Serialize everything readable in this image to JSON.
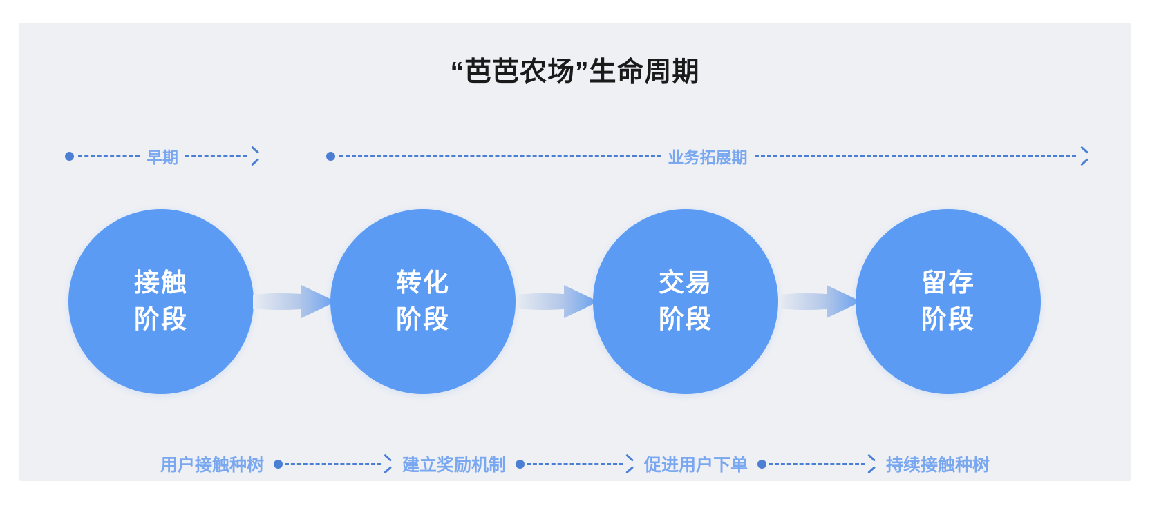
{
  "card": {
    "background_color": "#eff0f4",
    "page_background": "#ffffff"
  },
  "header": {
    "title": "“芭芭农场”生命周期"
  },
  "colors": {
    "circle_blue": "#5b9bf3",
    "label_blue": "#79a7f0",
    "line_blue": "#4a7fd4",
    "title_black": "#1a1a1a",
    "arrow_gradient_from": "#e9ecf2",
    "arrow_gradient_to": "#6aa1ef"
  },
  "phases": [
    {
      "label": "早期",
      "has_start_dot": true,
      "has_end_arrow": true
    },
    {
      "label": "业务拓展期",
      "has_start_dot": true,
      "has_end_arrow": true
    }
  ],
  "stages": [
    {
      "line1": "接触",
      "line2": "阶段"
    },
    {
      "line1": "转化",
      "line2": "阶段"
    },
    {
      "line1": "交易",
      "line2": "阶段"
    },
    {
      "line1": "留存",
      "line2": "阶段"
    }
  ],
  "flow_arrows": [
    {
      "name": "arrow-contact-to-conversion"
    },
    {
      "name": "arrow-conversion-to-transaction"
    },
    {
      "name": "arrow-transaction-to-retention"
    }
  ],
  "actions": [
    "用户接触种树",
    "建立奖励机制",
    "促进用户下单",
    "持续接触种树"
  ]
}
